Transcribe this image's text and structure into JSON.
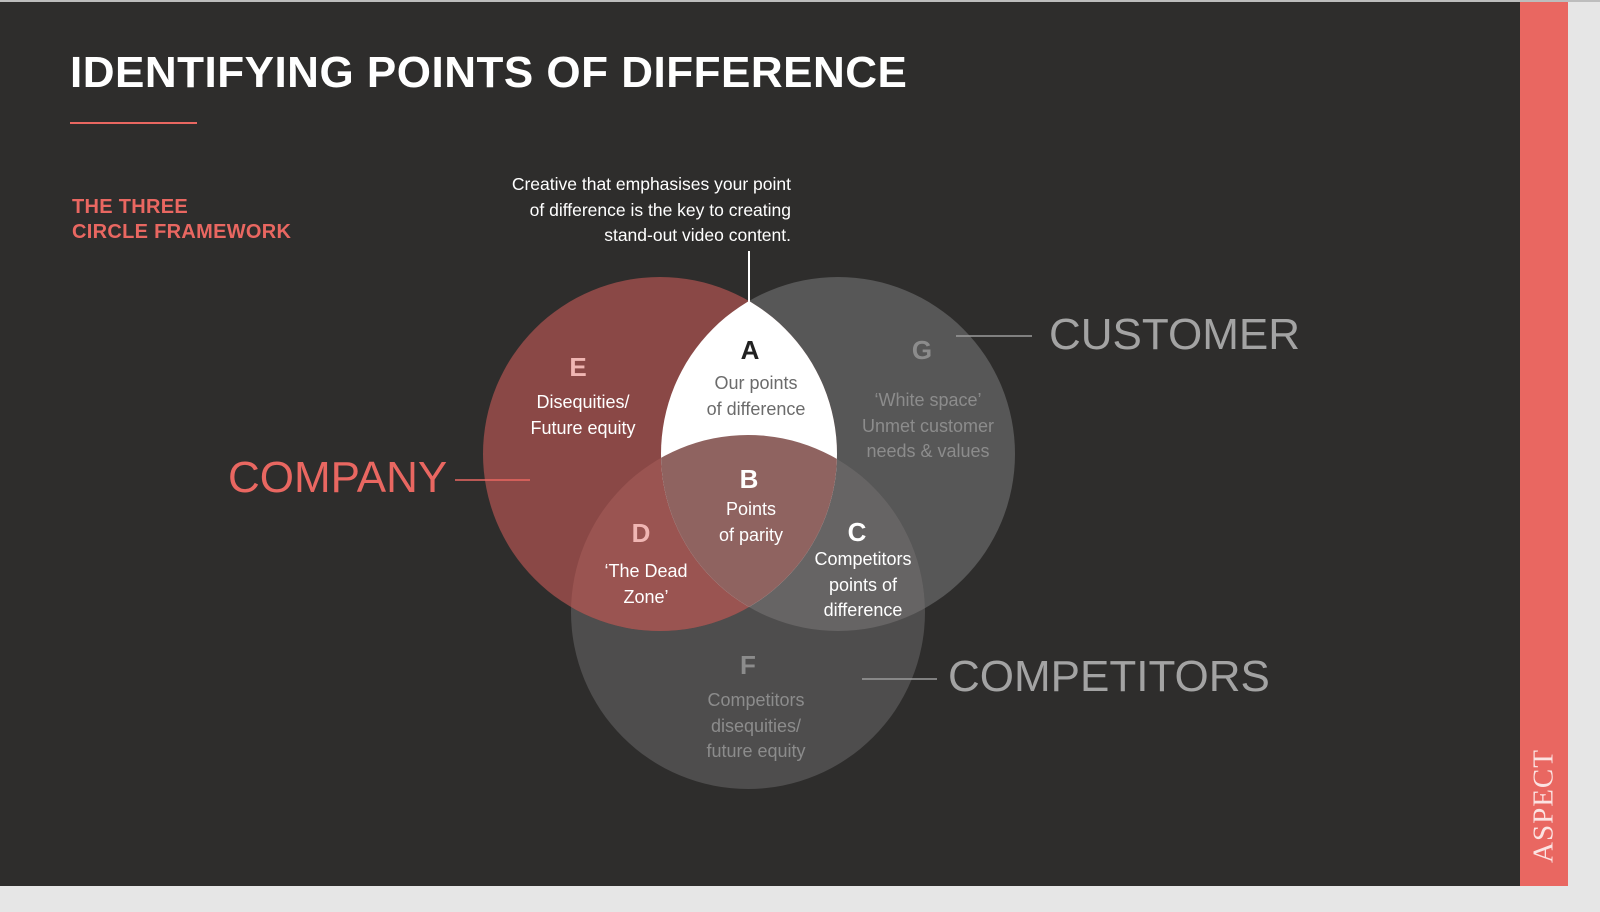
{
  "slide": {
    "title": "IDENTIFYING POINTS OF DIFFERENCE",
    "subtitle_lines": [
      "THE THREE",
      "CIRCLE FRAMEWORK"
    ],
    "callout_lines": [
      "Creative that emphasises  your point",
      "of difference is the key to creating",
      "stand-out video content."
    ],
    "brand": "ASPECT"
  },
  "circles": {
    "company": {
      "label": "COMPANY",
      "color": "#e96761"
    },
    "customer": {
      "label": "CUSTOMER",
      "color": "#a3a3a3"
    },
    "competitors": {
      "label": "COMPETITORS",
      "color": "#a3a3a3"
    }
  },
  "regions": {
    "A": {
      "letter": "A",
      "lines": [
        "Our points",
        "of difference"
      ]
    },
    "B": {
      "letter": "B",
      "lines": [
        "Points",
        "of parity"
      ]
    },
    "C": {
      "letter": "C",
      "lines": [
        "Competitors",
        "points of",
        "difference"
      ]
    },
    "D": {
      "letter": "D",
      "lines": [
        "‘The Dead",
        "Zone’"
      ]
    },
    "E": {
      "letter": "E",
      "lines": [
        "Disequities/",
        "Future equity"
      ]
    },
    "F": {
      "letter": "F",
      "lines": [
        "Competitors",
        "disequities/",
        "future equity"
      ]
    },
    "G": {
      "letter": "G",
      "lines": [
        "‘White space’",
        "Unmet customer",
        "needs & values"
      ]
    }
  },
  "colors": {
    "background": "#2e2d2c",
    "accent": "#e96761",
    "company_fill": "#8a4846",
    "overlap_fill": "#8f6360",
    "other_fill": "#575757",
    "highlight_fill": "#ffffff"
  }
}
